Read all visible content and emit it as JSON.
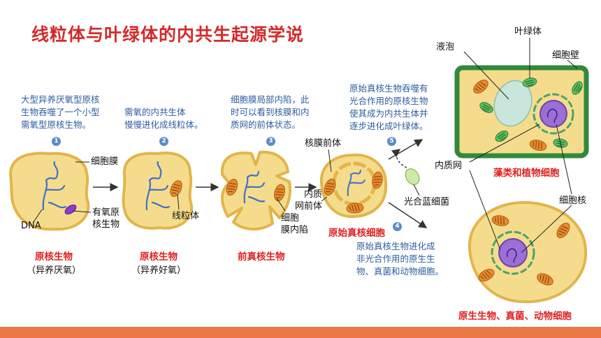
{
  "title": "线粒体与叶绿体的内共生起源学说",
  "steps": [
    {
      "num": "1",
      "text": [
        "大型异养厌氧型原核",
        "生物吞噬了一个小型",
        "需氧型原核生物。"
      ]
    },
    {
      "num": "2",
      "text": [
        "需氧的内共生体",
        "慢慢进化成线粒体。"
      ]
    },
    {
      "num": "3",
      "text": [
        "细胞膜局部内陷，此",
        "时可以看到核膜和内",
        "质网的前体状态。"
      ]
    },
    {
      "num": "4",
      "text": [
        "原始真核生物进化成",
        "非光合作用的原生生",
        "物、真菌和动物细胞。"
      ]
    },
    {
      "num": "5",
      "text": [
        "原始真核生物吞噬有",
        "光合作用的原核生物",
        "使其成为内共生体并",
        "逐步进化成叶绿体。"
      ]
    }
  ],
  "labels": {
    "cell_membrane": "细胞膜",
    "aerobic": [
      "有氧原",
      "核生物"
    ],
    "dna": "DNA",
    "mitochondrion": "线粒体",
    "membrane_invagination": [
      "细胞",
      "膜内陷"
    ],
    "nuclear_envelope_precursor": "核膜前体",
    "er_precursor": [
      "内质",
      "网前体"
    ],
    "cyanobacteria": "光合蓝细菌",
    "chloroplast": "叶绿体",
    "vacuole": "液泡",
    "cell_wall": "细胞壁",
    "er": "内质网",
    "nucleus": "细胞核"
  },
  "captions": {
    "prokaryote_1": {
      "name": "原核生物",
      "sub": "（异养厌氧）"
    },
    "prokaryote_2": {
      "name": "原核生物",
      "sub": "（异养好氧）"
    },
    "pre_eukaryote": "前真核生物",
    "primitive_eukaryote": "原始真核细胞",
    "plant_cell": "藻类和植物细胞",
    "animal_cell": "原生生物、真菌、动物细胞"
  },
  "colors": {
    "title": "#d42a2a",
    "note": "#2e5d9e",
    "caption": "#e02020",
    "cytoplasm": "#f5dc8c",
    "membrane": "#e2b54c",
    "dna": "#3d72c8",
    "mitochondrion": "#e98a2c",
    "chloroplast": "#3d9a4a",
    "cell_wall": "#2f8a3a",
    "bottom_bar": "#e97846"
  }
}
